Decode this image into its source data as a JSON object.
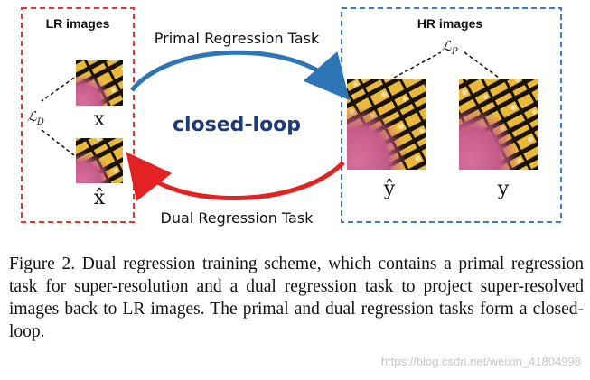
{
  "diagram": {
    "lr_box_title": "LR images",
    "hr_box_title": "HR images",
    "primal_task_label": "Primal Regression Task",
    "dual_task_label": "Dual Regression Task",
    "loop_label": "closed-loop",
    "lr_input_label": "x",
    "lr_reconstructed_label": "x̂",
    "hr_output_label": "ŷ",
    "hr_target_label": "y",
    "dual_loss_symbol": "ℒ",
    "dual_loss_subscript": "D",
    "primal_loss_symbol": "ℒ",
    "primal_loss_subscript": "P",
    "colors": {
      "lr_box_border": "#e8332f",
      "hr_box_border": "#3a7cc8",
      "primal_arrow": "#2e75b6",
      "dual_arrow": "#e32222",
      "loop_text": "#1f3a78"
    }
  },
  "caption": {
    "text": "Figure 2.  Dual regression training scheme, which contains a primal regression task for super-resolution and a dual regression task to project super-resolved images back to LR images. The primal and dual regression tasks form a closed-loop."
  },
  "watermark": "https://blog.csdn.net/weixin_41804998"
}
